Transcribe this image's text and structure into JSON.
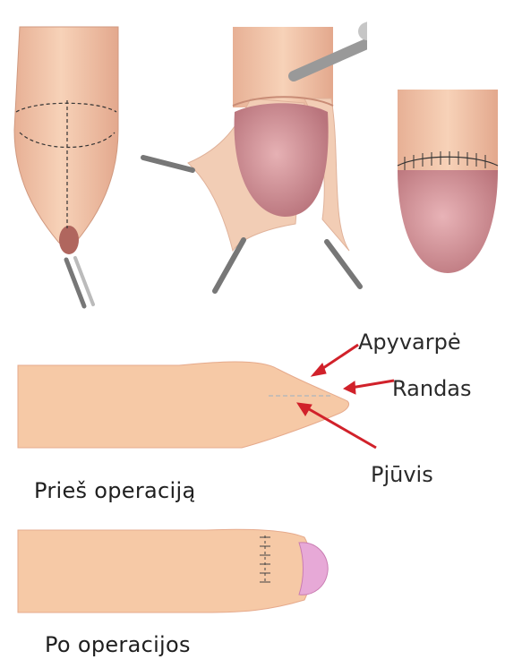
{
  "diagram": {
    "labels": {
      "foreskin": "Apyvarpė",
      "scar": "Randas",
      "incision": "Pjūvis"
    },
    "captions": {
      "before": "Prieš operaciją",
      "after": "Po operacijos"
    },
    "colors": {
      "skin": "#f6c9a6",
      "skin_shadow": "#e9a989",
      "glans": "#d99aa0",
      "arrow": "#d1212a",
      "after_tip": "#e7a9d7"
    }
  }
}
